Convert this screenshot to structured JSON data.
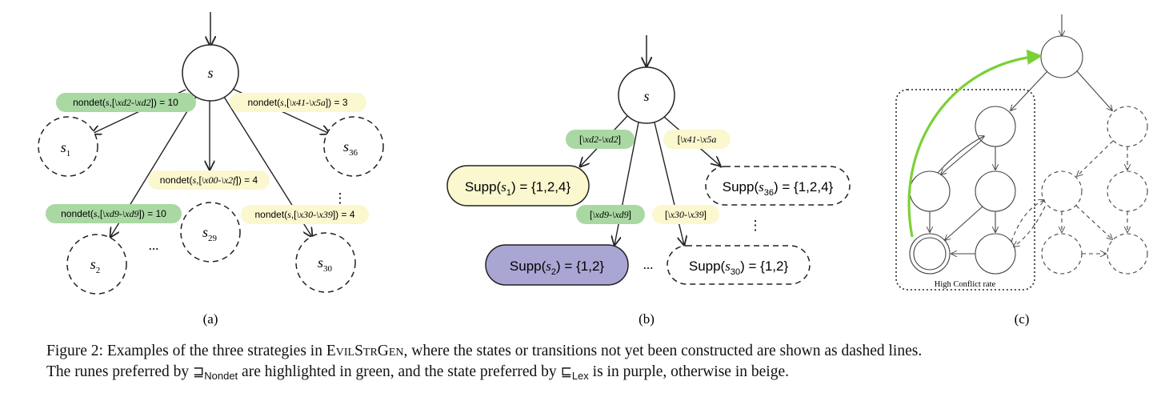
{
  "panel_a": {
    "root_label": "s",
    "states": [
      {
        "id": "s1",
        "base": "s",
        "sub": "1"
      },
      {
        "id": "s36",
        "base": "s",
        "sub": "36"
      },
      {
        "id": "s29",
        "base": "s",
        "sub": "29"
      },
      {
        "id": "s2",
        "base": "s",
        "sub": "2"
      },
      {
        "id": "s30",
        "base": "s",
        "sub": "30"
      }
    ],
    "transitions": [
      {
        "fn": "nondet(",
        "state": "s",
        "open": ",[",
        "range": "\\xd2-\\xd2",
        "close": "]) = 10",
        "color": "green"
      },
      {
        "fn": "nondet(",
        "state": "s",
        "open": ",[",
        "range": "\\x41-\\x5a",
        "close": "]) = 3",
        "color": "beige"
      },
      {
        "fn": "nondet(",
        "state": "s",
        "open": ",[",
        "range": "\\x00-\\x2f",
        "close": "]) = 4",
        "color": "none"
      },
      {
        "fn": "nondet(",
        "state": "s",
        "open": ",[",
        "range": "\\xd9-\\xd9",
        "close": "]) = 10",
        "color": "green"
      },
      {
        "fn": "nondet(",
        "state": "s",
        "open": ",[",
        "range": "\\x30-\\x39",
        "close": "]) = 4",
        "color": "beige"
      }
    ],
    "ellipsis_h": "...",
    "ellipsis_v": "⋮",
    "panel_label": "(a)"
  },
  "panel_b": {
    "root_label": "s",
    "edge_labels": [
      {
        "open": "[",
        "range": "\\xd2-\\xd2",
        "close": "]",
        "color": "green"
      },
      {
        "open": "[",
        "range": "\\x41-\\x5a",
        "close": "",
        "color": "beige"
      },
      {
        "open": "[",
        "range": "\\xd9-\\xd9",
        "close": "]",
        "color": "green"
      },
      {
        "open": "[",
        "range": "\\x30-\\x39",
        "close": "]",
        "color": "none"
      }
    ],
    "supps": [
      {
        "pre": "Supp(",
        "base": "s",
        "sub": "1",
        "post": ") = {1,2,4}",
        "color": "beige"
      },
      {
        "pre": "Supp(",
        "base": "s",
        "sub": "36",
        "post": ") = {1,2,4}",
        "color": "none"
      },
      {
        "pre": "Supp(",
        "base": "s",
        "sub": "2",
        "post": ") = {1,2}",
        "color": "purple"
      },
      {
        "pre": "Supp(",
        "base": "s",
        "sub": "30",
        "post": ") = {1,2}",
        "color": "none"
      }
    ],
    "ellipsis_h": "...",
    "ellipsis_v": "⋮",
    "panel_label": "(b)"
  },
  "panel_c": {
    "box_label": "High Conflict rate",
    "panel_label": "(c)"
  },
  "colors": {
    "green": "#a9d8a3",
    "beige": "#fbf7cf",
    "purple": "#a9a6d4",
    "arrow_green": "#7bd036",
    "ink": "#222222"
  },
  "caption": {
    "line1_a": "Figure 2: Examples of the three strategies in ",
    "line1_name": "EvilStrGen",
    "line1_b": ", where the states or transitions not yet been constructed are shown as dashed lines.",
    "line2_a": "The runes preferred by ",
    "sym1": "⊒",
    "sym1_sub": "Nondet",
    "line2_b": " are highlighted in green, and the state preferred by ",
    "sym2": "⊑",
    "sym2_sub": "Lex",
    "line2_c": " is in purple, otherwise in beige."
  }
}
